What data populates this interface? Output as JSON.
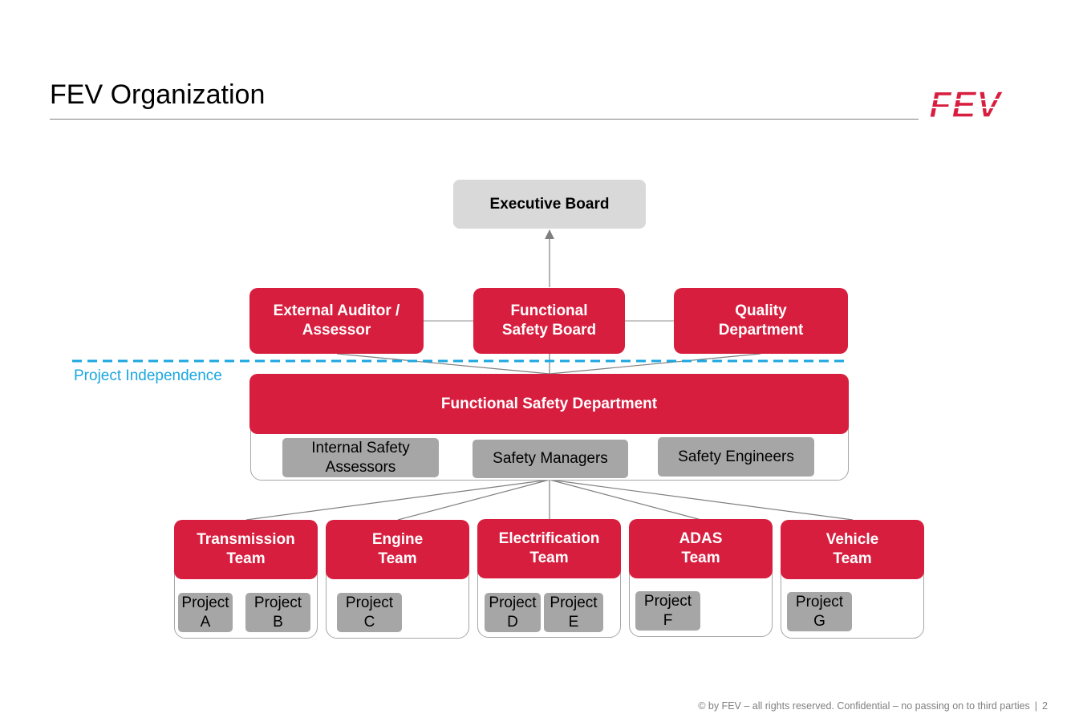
{
  "slide": {
    "title": "FEV Organization",
    "logo_text": "FEV",
    "footer_text": "© by FEV – all rights reserved. Confidential – no passing on to third parties",
    "footer_separator": "|",
    "page_number": "2"
  },
  "colors": {
    "brand_red": "#d81e3f",
    "box_grey": "#a6a6a6",
    "top_grey": "#d9d9d9",
    "independence_blue": "#1aa7e0"
  },
  "org": {
    "executive_board": "Executive Board",
    "external_auditor": "External Auditor /\nAssessor",
    "functional_safety_board": "Functional\nSafety Board",
    "quality_department": "Quality\nDepartment",
    "project_independence": "Project Independence",
    "functional_safety_department": "Functional Safety Department",
    "fsd_units": {
      "internal_safety_assessors": "Internal Safety\nAssessors",
      "safety_managers": "Safety Managers",
      "safety_engineers": "Safety Engineers"
    },
    "teams": [
      {
        "name": "Transmission\nTeam",
        "projects": [
          "Project\nA",
          "Project\nB"
        ]
      },
      {
        "name": "Engine\nTeam",
        "projects": [
          "Project\nC"
        ]
      },
      {
        "name": "Electrification\nTeam",
        "projects": [
          "Project\nD",
          "Project\nE"
        ]
      },
      {
        "name": "ADAS\nTeam",
        "projects": [
          "Project\nF"
        ]
      },
      {
        "name": "Vehicle\nTeam",
        "projects": [
          "Project\nG"
        ]
      }
    ]
  }
}
